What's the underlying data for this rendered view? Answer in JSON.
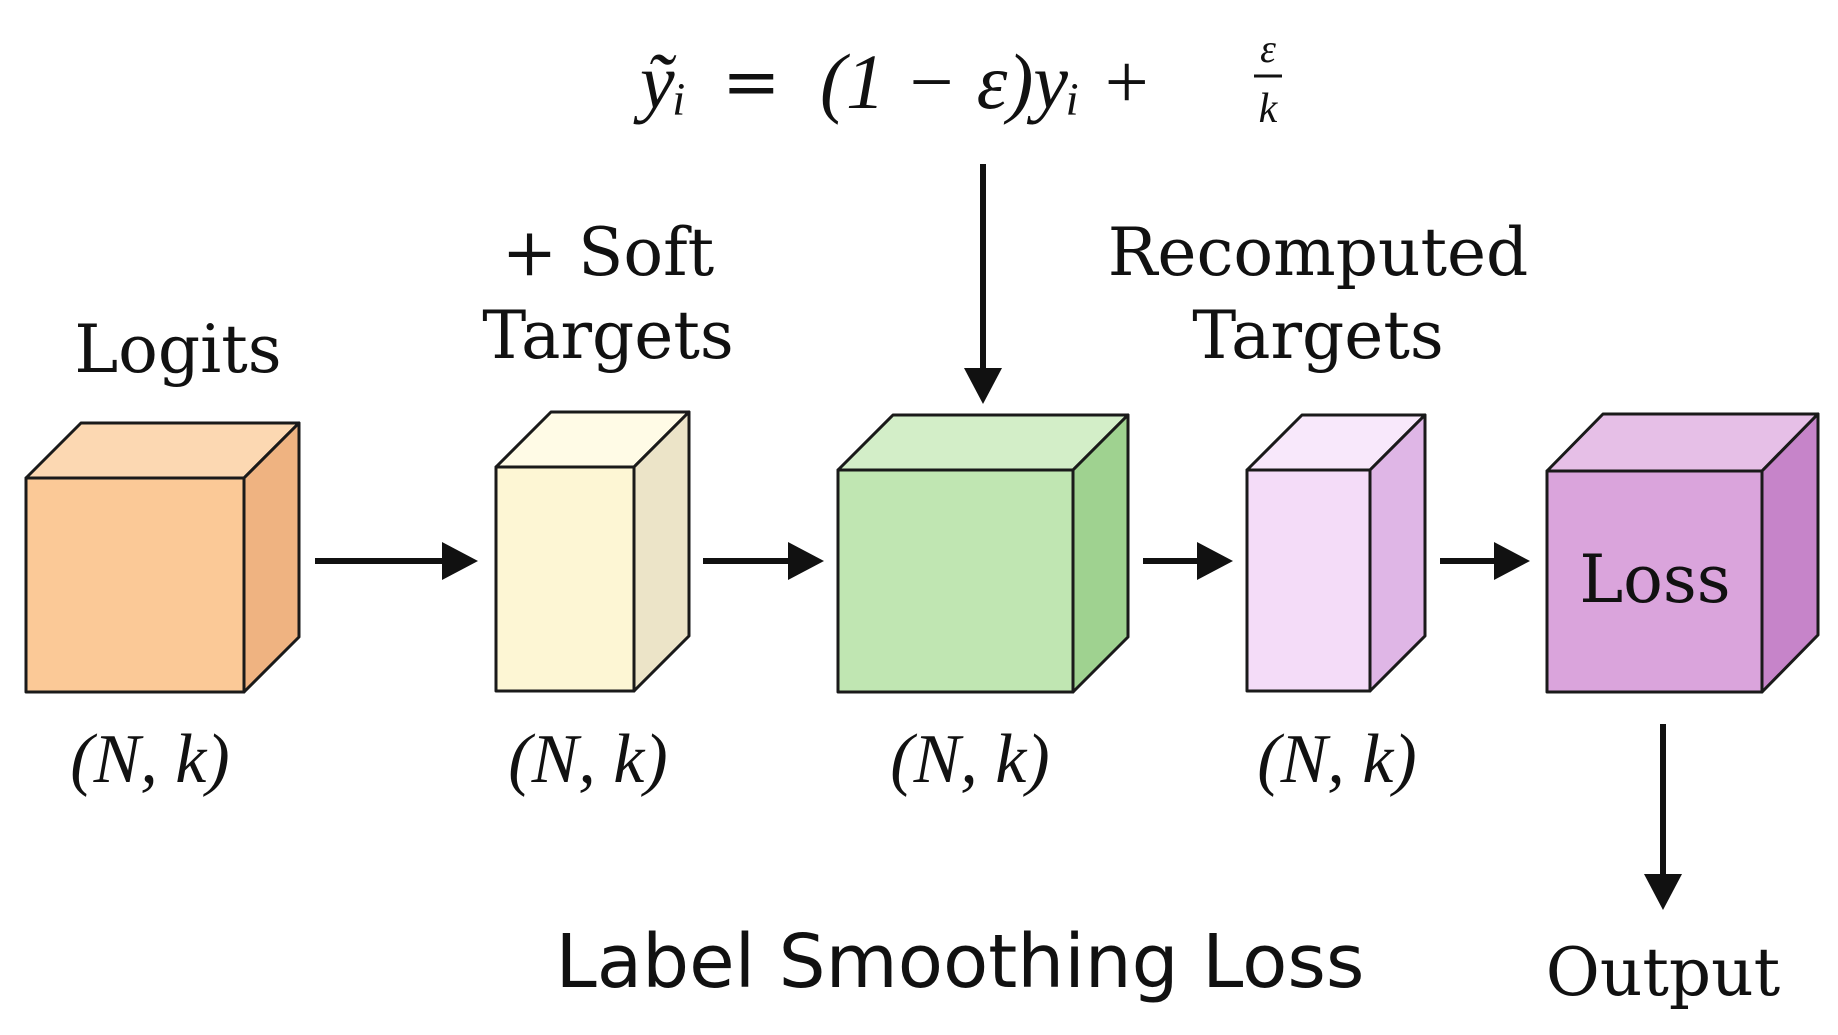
{
  "formula": {
    "lhs": "ỹᵢ",
    "eq": "=",
    "rhs": "(1 − ε)yᵢ +",
    "frac_num": "ε",
    "frac_den": "k"
  },
  "stages": [
    {
      "title_lines": [
        "Logits"
      ],
      "shape": "(N, k)",
      "color": "#f9c89a"
    },
    {
      "title_lines": [
        "+ Soft",
        "Targets"
      ],
      "shape": "(N, k)",
      "color": "#fdf5d2"
    },
    {
      "title_lines": [],
      "shape": "(N, k)",
      "color": "#bfe4b0"
    },
    {
      "title_lines": [
        "Recomputed",
        "Targets"
      ],
      "shape": "(N, k)",
      "color": "#f3d8f7"
    },
    {
      "title_lines": [],
      "shape": "",
      "label": "Loss",
      "color": "#dba4dc"
    }
  ],
  "caption": "Label Smoothing Loss",
  "output_label": "Output"
}
